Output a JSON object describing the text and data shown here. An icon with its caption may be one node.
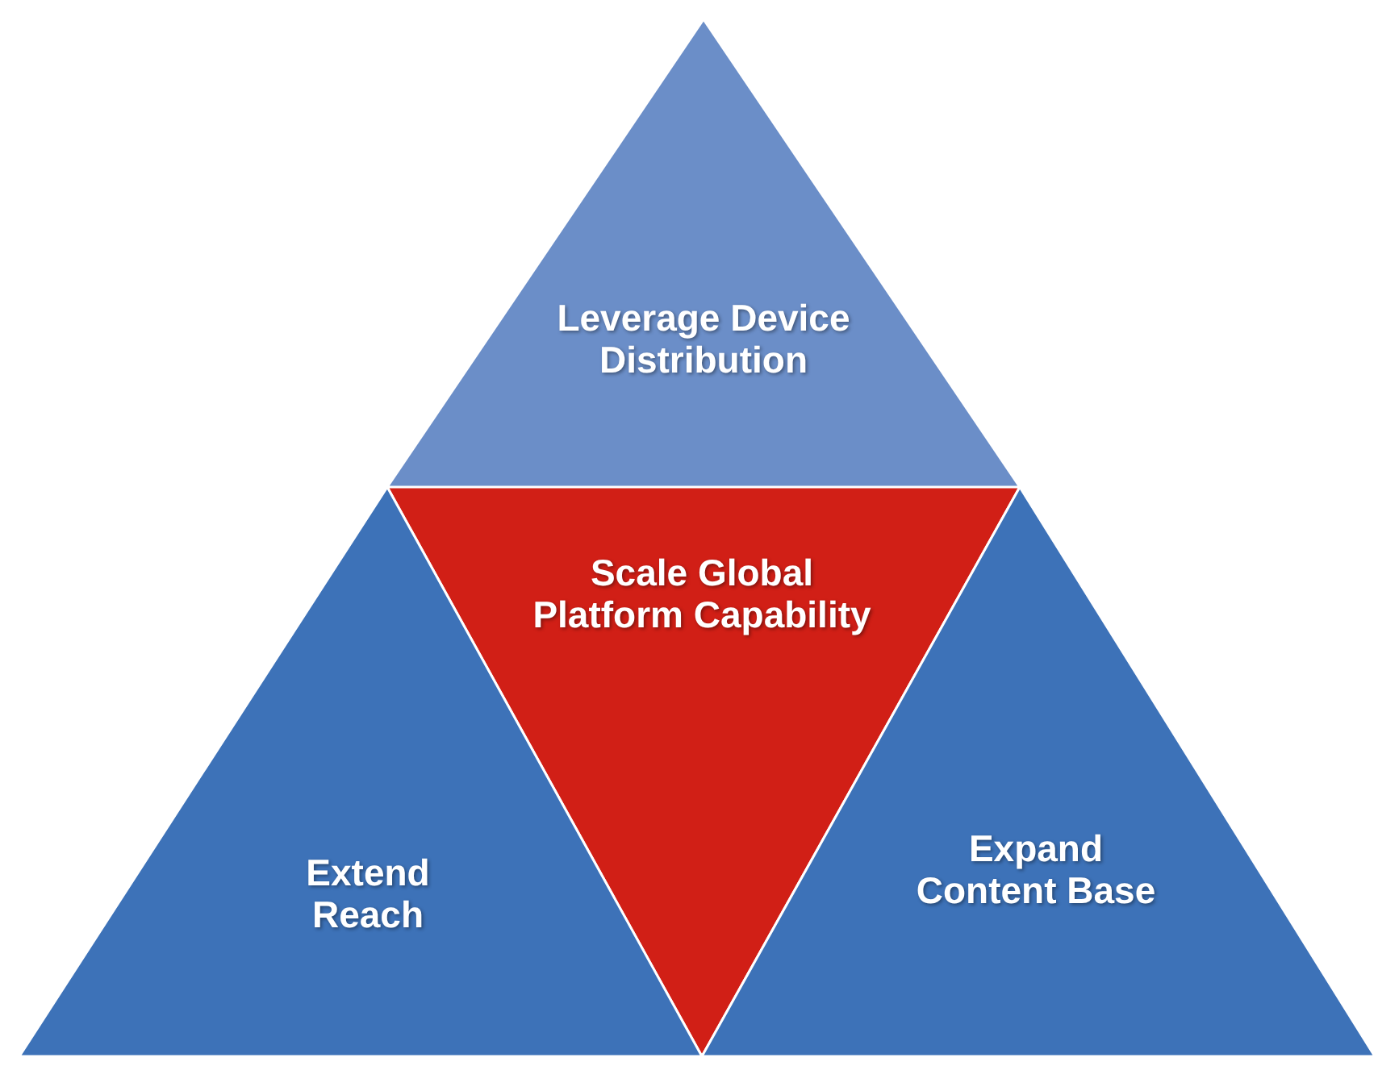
{
  "diagram": {
    "nodes": [
      {
        "text": [
          "Leverage Device Distribution"
        ]
      },
      {
        "text": [
          "Scale Global Platform Capability"
        ]
      },
      {
        "text": [
          "Extend Reach"
        ]
      },
      {
        "text": [
          "Expand Content Base"
        ]
      }
    ]
  }
}
